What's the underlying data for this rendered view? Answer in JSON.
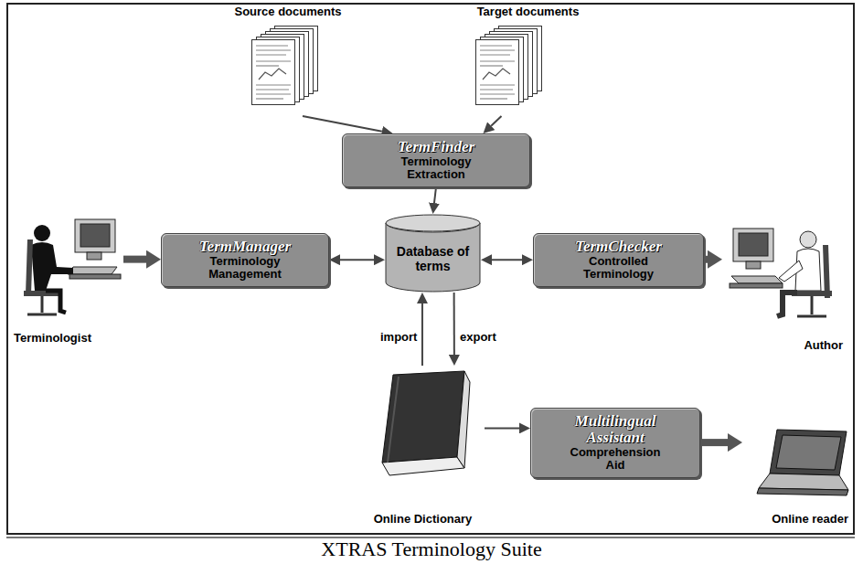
{
  "diagram": {
    "caption": "XTRAS Terminology Suite",
    "nodes": [
      {
        "text": [
          "Source documents"
        ]
      },
      {
        "text": [
          "Target documents"
        ]
      },
      {
        "text": [
          "TermFinder",
          "Terminology Extraction"
        ]
      },
      {
        "text": [
          "Terminologist"
        ]
      },
      {
        "text": [
          "TermManager",
          "Terminology Management"
        ]
      },
      {
        "text": [
          "Database of terms"
        ]
      },
      {
        "text": [
          "TermChecker",
          "Controlled Terminology"
        ]
      },
      {
        "text": [
          "Author"
        ]
      },
      {
        "text": [
          "Online Dictionary"
        ]
      },
      {
        "text": [
          "Multilingual Assistant",
          "Comprehension Aid"
        ]
      },
      {
        "text": [
          "Online reader"
        ]
      }
    ],
    "edges": [
      {
        "from": 0,
        "to": 2,
        "arrow": "to"
      },
      {
        "from": 1,
        "to": 2,
        "arrow": "to"
      },
      {
        "from": 2,
        "to": 5,
        "arrow": "to"
      },
      {
        "from": 3,
        "to": 4,
        "arrow": "to"
      },
      {
        "from": 4,
        "to": 5,
        "arrow": "both"
      },
      {
        "from": 5,
        "to": 6,
        "arrow": "both"
      },
      {
        "from": 6,
        "to": 7,
        "arrow": "to"
      },
      {
        "from": 8,
        "to": 5,
        "label": "import",
        "arrow": "to"
      },
      {
        "from": 5,
        "to": 8,
        "label": "export",
        "arrow": "to"
      },
      {
        "from": 8,
        "to": 9,
        "arrow": "to"
      },
      {
        "from": 9,
        "to": 10,
        "arrow": "to"
      }
    ]
  }
}
